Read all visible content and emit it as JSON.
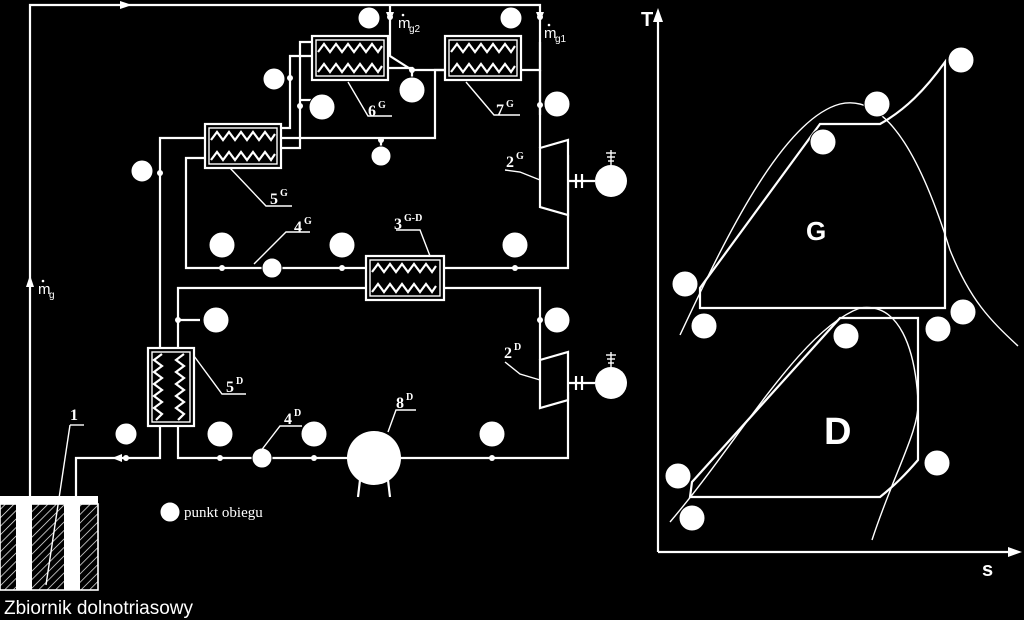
{
  "labels": {
    "tank": "Zbiornik dolnotriasowy",
    "legend": "punkt obiegu",
    "mg": "m",
    "mg_sub": "g",
    "mg1_sub": "g1",
    "mg2_sub": "g2",
    "n1": "1",
    "n2g": "2",
    "n2g_sup": "G",
    "n2d": "2",
    "n2d_sup": "D",
    "n3": "3",
    "n3_sup": "G-D",
    "n4g": "4",
    "n4g_sup": "G",
    "n4d": "4",
    "n4d_sup": "D",
    "n5g": "5",
    "n5g_sup": "G",
    "n5d": "5",
    "n5d_sup": "D",
    "n6g": "6",
    "n6g_sup": "G",
    "n7g": "7",
    "n7g_sup": "G",
    "n8d": "8",
    "n8d_sup": "D"
  },
  "ts": {
    "axis_t": "T",
    "axis_s": "s",
    "cycle_g": "G",
    "cycle_d": "D"
  },
  "colors": {
    "background": "#000000",
    "line": "#ffffff"
  }
}
